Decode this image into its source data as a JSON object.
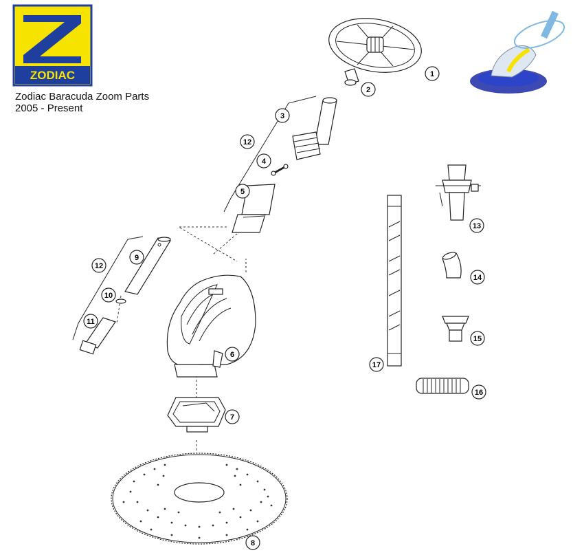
{
  "brand": {
    "logo_text": "ZODIAC",
    "logo_bg": "#1f3f9e",
    "logo_accent": "#f6e400"
  },
  "header": {
    "title_line1": "Zodiac Baracuda Zoom Parts",
    "title_line2": "2005 - Present"
  },
  "callouts": {
    "c1": "1",
    "c2": "2",
    "c3": "3",
    "c4": "4",
    "c5": "5",
    "c6": "6",
    "c7": "7",
    "c8": "8",
    "c9": "9",
    "c10": "10",
    "c11": "11",
    "c12a": "12",
    "c12b": "12",
    "c13": "13",
    "c14": "14",
    "c15": "15",
    "c16": "16",
    "c17": "17"
  }
}
